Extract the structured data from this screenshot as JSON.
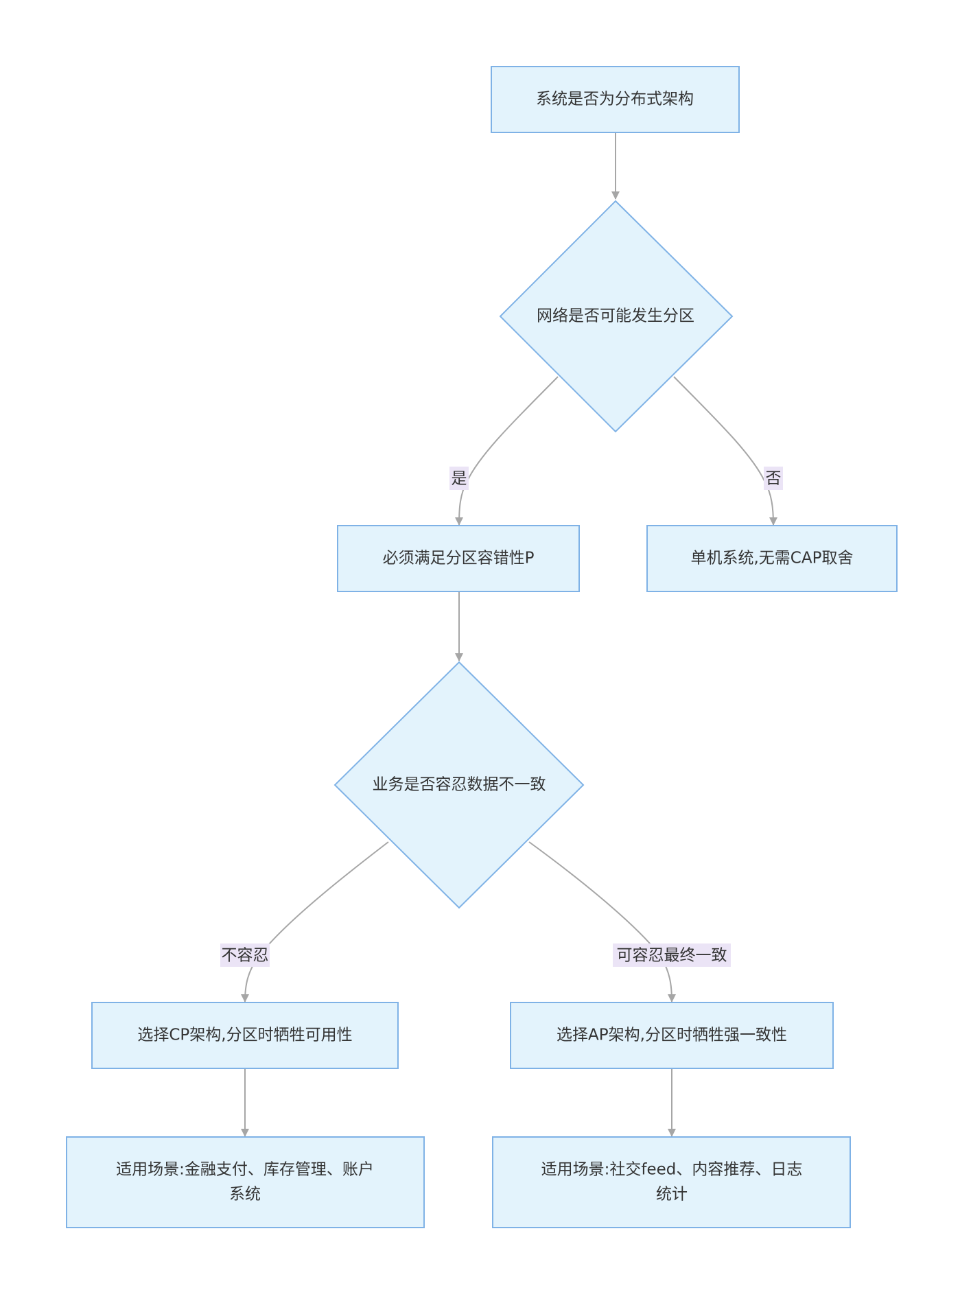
{
  "nodes": {
    "is_distributed": "系统是否为分布式架构",
    "partition_possible": "网络是否可能发生分区",
    "must_p": "必须满足分区容错性P",
    "no_cap": "单机系统,无需CAP取舍",
    "tolerate_inconsistency": "业务是否容忍数据不一致",
    "choose_cp": "选择CP架构,分区时牺牲可用性",
    "choose_ap": "选择AP架构,分区时牺牲强一致性",
    "cp_scenarios_line1": "适用场景:金融支付、库存管理、账户",
    "cp_scenarios_line2": "系统",
    "ap_scenarios_line1": "适用场景:社交feed、内容推荐、日志",
    "ap_scenarios_line2": "统计"
  },
  "edge_labels": {
    "yes": "是",
    "no": "否",
    "not_tolerate": "不容忍",
    "tolerate_eventual": "可容忍最终一致"
  },
  "colors": {
    "node_fill": "#e3f3fc",
    "node_stroke": "#7fb2e6",
    "edge": "#a6a6a6",
    "edge_label_bg": "#ebe4f6",
    "text": "#333333"
  }
}
